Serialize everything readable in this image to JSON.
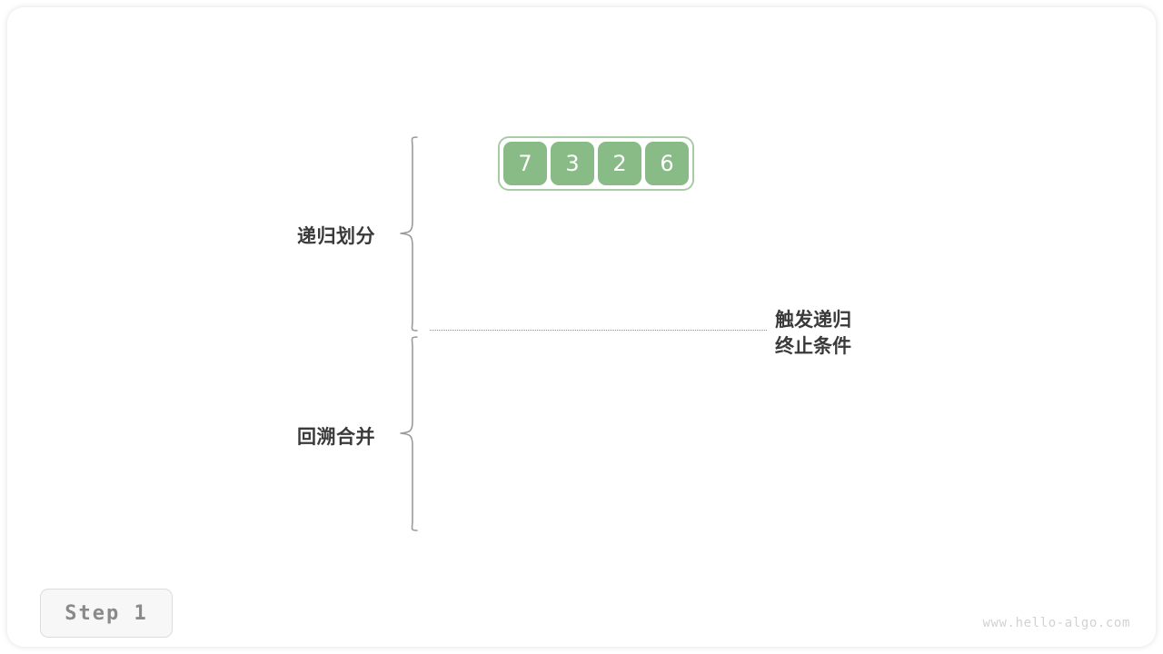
{
  "diagram": {
    "title": "merge-sort-step-1",
    "phases": [
      {
        "key": "divide",
        "label": "递归划分"
      },
      {
        "key": "merge",
        "label": "回溯合并"
      }
    ],
    "array": {
      "values": [
        "7",
        "3",
        "2",
        "6"
      ],
      "cell_color": "#88bb86",
      "border_color": "#a8cda5",
      "text_color": "#ffffff"
    },
    "annotation": {
      "line1": "触发递归",
      "line2": "终止条件"
    },
    "divider": {
      "style": "dotted",
      "color": "#8c8c8c"
    },
    "step_badge": {
      "label": "Step 1",
      "text_color": "#8a8a8a",
      "border_color": "#dcdcdc",
      "background": "#f7f7f7"
    },
    "watermark": "www.hello-algo.com",
    "label_color": "#3a3a3a",
    "brace_color": "#9a9a9a"
  }
}
